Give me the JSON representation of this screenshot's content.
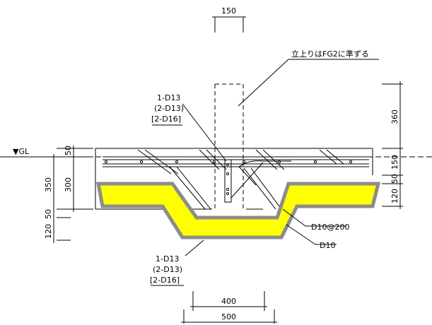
{
  "diagram": {
    "dims": {
      "top_width": "150",
      "bottom_inner": "400",
      "bottom_outer": "500",
      "left_50": "50",
      "left_350": "350",
      "left_300": "300",
      "left_120": "120",
      "left_50b": "50",
      "right_360": "360",
      "right_150": "150",
      "right_50": "50",
      "right_120": "120"
    },
    "labels": {
      "gl": "▼GL",
      "note_top": "立上りはFG2に準ずる",
      "upper_bar_1": "1-D13",
      "upper_bar_2": "(2-D13)",
      "upper_bar_3": "[2-D16]",
      "lower_bar_1": "1-D13",
      "lower_bar_2": "(2-D13)",
      "lower_bar_3": "[2-D16]",
      "d10_at_200": "D10@200",
      "d10": "D10"
    },
    "colors": {
      "concrete_fill": "#ffff00",
      "concrete_outline": "#8c8c8c",
      "line": "#000000"
    }
  }
}
